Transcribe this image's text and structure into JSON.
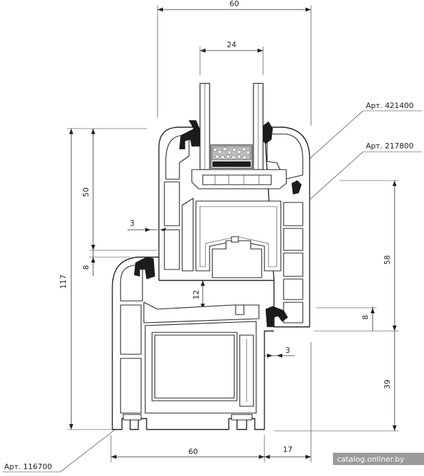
{
  "dimensions": {
    "total_glass_depth": "60",
    "glass_unit": "24",
    "total_height": "117",
    "glazing_depth": "50",
    "rebate": "8",
    "gasket_gap": "3",
    "overlap": "12",
    "sash_height": "58",
    "sash_rebate": "8",
    "frame_height": "39",
    "gasket_gap_lower": "3",
    "frame_depth": "60",
    "sash_offset": "17"
  },
  "callouts": {
    "glazing_bead": "Арт. 421400",
    "sash_profile": "Арт. 217800",
    "frame_profile": "Арт. 116700"
  },
  "watermark": "catalog.onliner.by"
}
